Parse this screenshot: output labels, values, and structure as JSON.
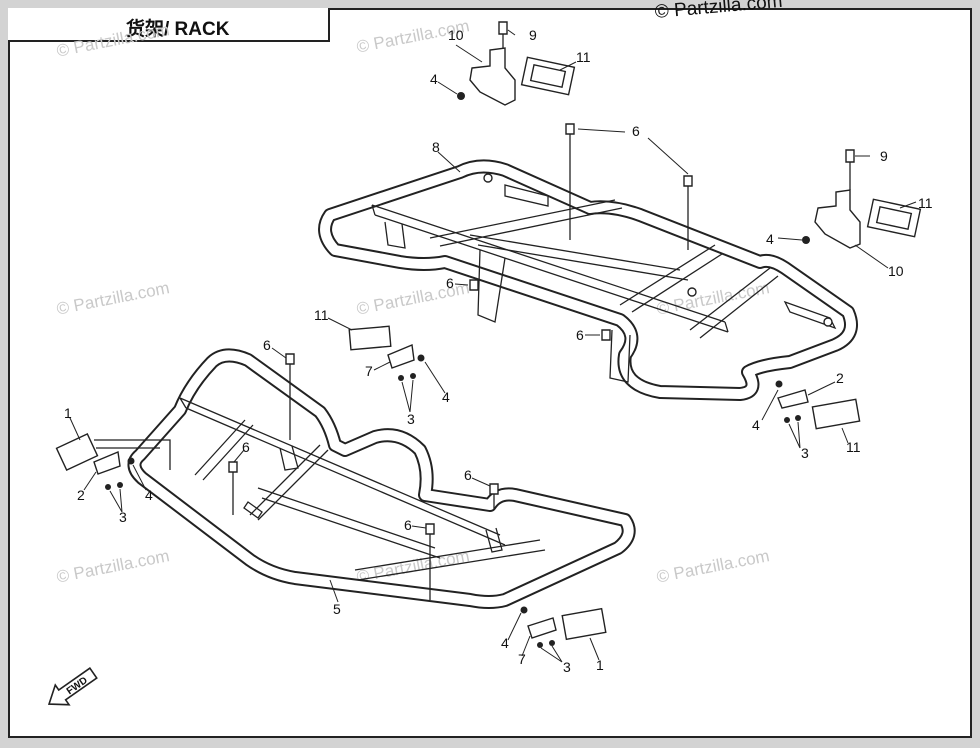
{
  "title": "货架/ RACK",
  "copyright": "© Partzilla.com",
  "watermark": "© Partzilla.com",
  "fwd_label": "FWD",
  "callouts": [
    "1",
    "2",
    "3",
    "4",
    "5",
    "6",
    "7",
    "8",
    "9",
    "10",
    "11"
  ]
}
